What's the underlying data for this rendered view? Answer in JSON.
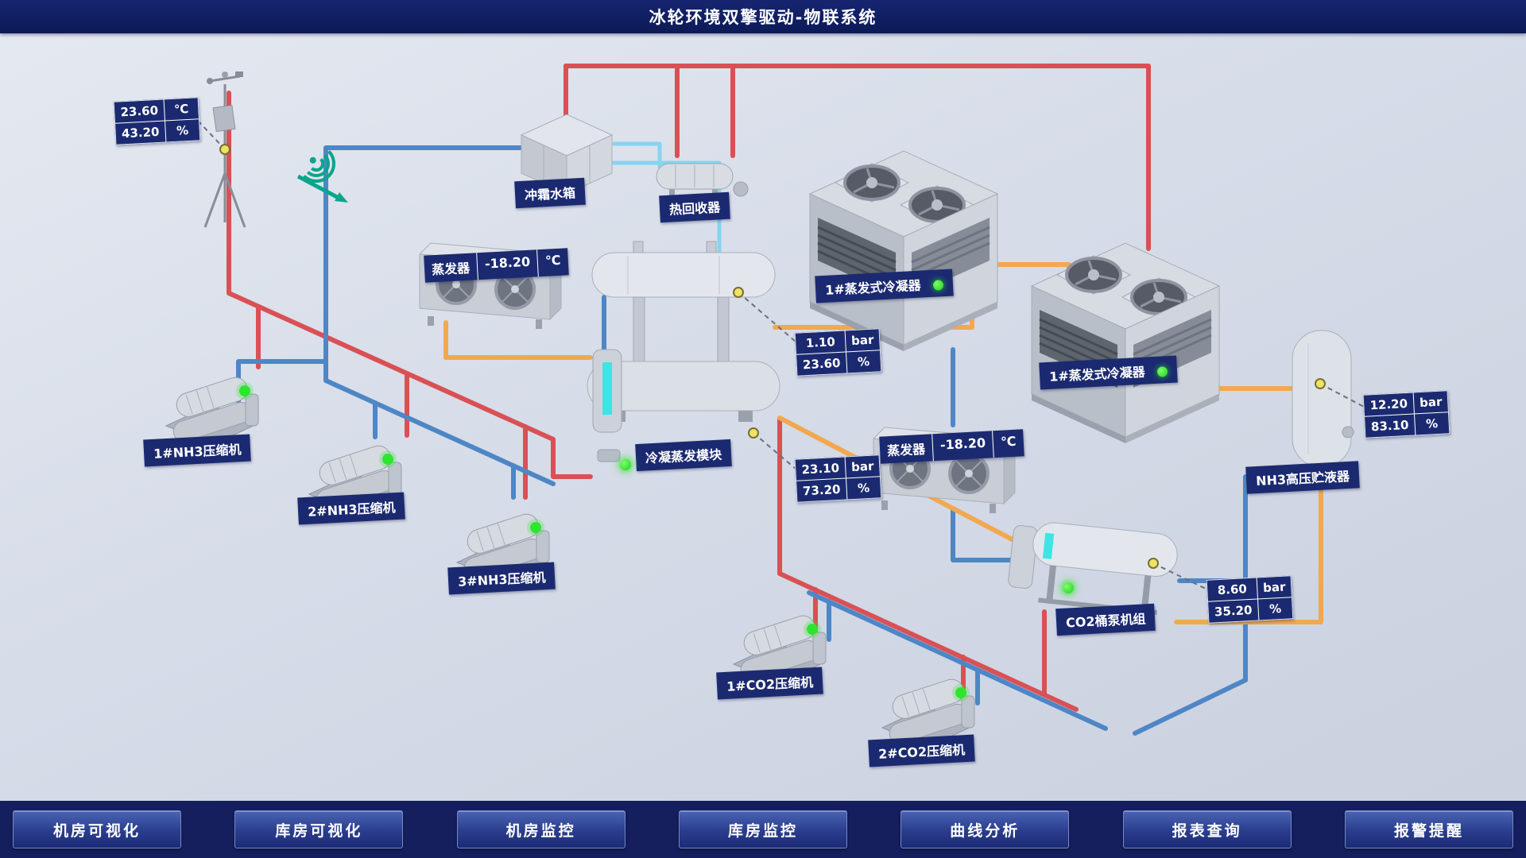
{
  "header": {
    "title": "冰轮环境双擎驱动-物联系统"
  },
  "weather": {
    "temperature": "23.60",
    "temperature_unit": "℃",
    "humidity": "43.20",
    "humidity_unit": "%"
  },
  "labels": {
    "defrost_tank": "冲霜水箱",
    "heat_recovery": "热回收器",
    "condenser1": "1#蒸发式冷凝器",
    "condenser2": "1#蒸发式冷凝器",
    "module": "冷凝蒸发模块",
    "nh3_receiver": "NH3高压贮液器",
    "co2_pump_unit": "CO2桶泵机组",
    "nh3_compressor1": "1#NH3压缩机",
    "nh3_compressor2": "2#NH3压缩机",
    "nh3_compressor3": "3#NH3压缩机",
    "co2_compressor1": "1#CO2压缩机",
    "co2_compressor2": "2#CO2压缩机"
  },
  "evaporators": [
    {
      "name": "蒸发器",
      "temp": "-18.20",
      "unit": "℃"
    },
    {
      "name": "蒸发器",
      "temp": "-18.20",
      "unit": "℃"
    }
  ],
  "readings": {
    "vessel": {
      "pressure": "1.10",
      "pressure_unit": "bar",
      "level": "23.60",
      "level_unit": "%"
    },
    "module": {
      "pressure": "23.10",
      "pressure_unit": "bar",
      "level": "73.20",
      "level_unit": "%"
    },
    "nh3_receiver": {
      "pressure": "12.20",
      "pressure_unit": "bar",
      "level": "83.10",
      "level_unit": "%"
    },
    "co2_unit": {
      "pressure": "8.60",
      "pressure_unit": "bar",
      "level": "35.20",
      "level_unit": "%"
    }
  },
  "nav": {
    "items": [
      {
        "label": "机房可视化"
      },
      {
        "label": "库房可视化"
      },
      {
        "label": "机房监控"
      },
      {
        "label": "库房监控"
      },
      {
        "label": "曲线分析"
      },
      {
        "label": "报表查询"
      },
      {
        "label": "报警提醒"
      }
    ]
  },
  "colors": {
    "pipe_hot": "#d95055",
    "pipe_cold": "#4e86c6",
    "pipe_warm": "#f2a84f",
    "pipe_chilled": "#86d4ef",
    "status_ok": "#2ee52e",
    "wireless": "#0aa58b",
    "label_bg": "#1b2a70",
    "header_bg": "#0e1d60"
  }
}
